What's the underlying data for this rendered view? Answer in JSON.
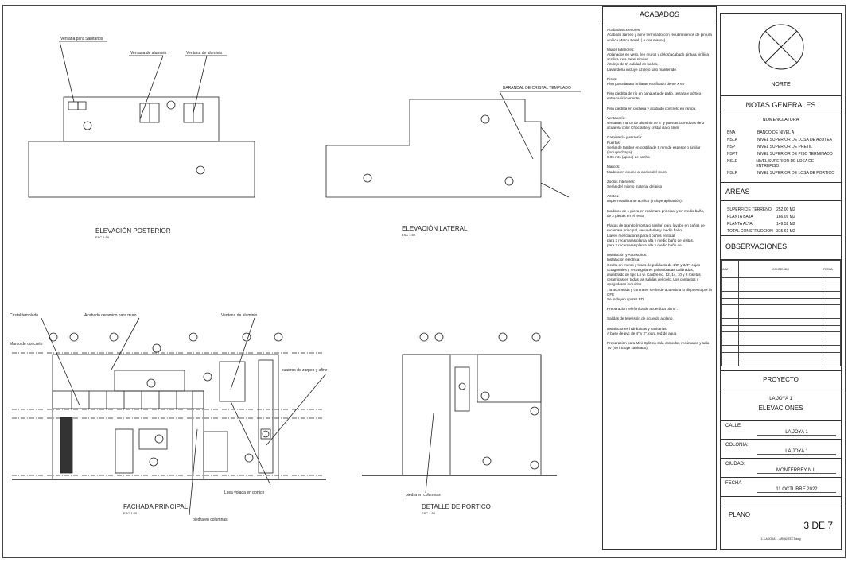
{
  "drawings": {
    "posterior": {
      "title": "ELEVACIÓN POSTERIOR",
      "scale": "ESC 1:50",
      "labels": [
        "Ventana para Sanitarios",
        "Ventana de aluminio",
        "Ventana de aluminio"
      ]
    },
    "lateral": {
      "title": "ELEVACIÓN LATERAL",
      "scale": "ESC 1:50",
      "labels": [
        "BARANDAL DE CRISTAL TEMPLADO"
      ]
    },
    "fachada": {
      "title": "FACHADA PRINCIPAL",
      "scale": "ESC 1:50",
      "labels": [
        "Cristal templado",
        "Acabado ceramico para muro",
        "Ventana de aluminio",
        "Marco de concreto",
        "cuadros de zarpeo y afine",
        "Losa volada en portico",
        "piedra en columnas"
      ]
    },
    "portico": {
      "title": "DETALLE DE PORTICO",
      "scale": "ESC 1:50",
      "labels": [
        "piedra en columnas"
      ]
    }
  },
  "acabados": {
    "title": "ACABADOS",
    "paragraphs": [
      "AcabadosExteriores:\nAcabado zarpeo y afine terminado con recubrimientos de pintura vinílica Marca Berel. ( a dos manos)",
      "Muros Interiores:\nAplanados en yeso, (en muros y delos)acabado pintura vinílica acrílica mca Berel similar.\nAzulejo de 1ª calidad en baños,\nLavandería incluye azulejo salo mantenido",
      "Pisos:\nPiso porcelanato brillante rectificado de 60 X 60",
      "Piso piedrita de río en banqueta de patio, terraza y pórtico entrada únicamente",
      "Piso piedrita en cochera y acabado concreto en rampa",
      "Ventanería:\nventanas marco de aluminio de 3\" y puertas corredizas de 3\" acuarela color Chocolate y cristal claro 6mm",
      "Carpintería yHerrería:\nPuertas:\nSerán de tambor en costilla de 6 mm de espesor o similar (incluye chapa).\n0.95 mts (aprox) de ancho",
      "Marcos:\nMadera en okume al ancho del muro",
      "Zoclos Interiores:\nSerán del mismo material del piso",
      "Azotea:\nImpermeabilizante acrílico (incluye aplicación).",
      "Inodoros de 1 pieza en recámara principal y en medio baño,\nde 2 piezas en el resto",
      "Placas de granito (monta o similar) para lavabo en baños de recámara principal, secundarias y medio baño\nLlaves mezcladoras para 4 baños en total\npara 3 recamaras planta alta y medio baño de visitas.\npara 3 recamaras planta alta y medio baño de",
      "Instalación y Accesorios:\nInstalación eléctrica:\nOculta en muros y losas de poliducto de 1/2\" y 3/4\", cajas octagonales y rectangulares galvanizadas calibradas, alumbrado de tipo Lh w. Calibre no. 12, 14, 10 y 8 rosetas cerámicas en todas las salidas del cielo. Los contactos y apagadores incluidos\n, la acometida y contrates serán de acuerdo a lo dispuesto por la CFE\nSe incluyen spots LED",
      "Preparación telefónica de acuerdo a plano .",
      "Salidas de televisión de acuerdo a plano.",
      "Instalaciones hidráulicas y sanitarias:\nA base de pvc de 4\" y 2\", para red de agua",
      "Preparación para Mini-Split en sala-comedor, recámaras y sala TV (no incluye cableado)."
    ]
  },
  "titleblock": {
    "north": "NORTE",
    "notas_title": "NOTAS GENERALES",
    "nomenclatura_title": "NOMENCLATURA",
    "nomenclatura": [
      {
        "code": "BNA",
        "desc": "BANCO DE NIVEL A"
      },
      {
        "code": "NSLA",
        "desc": "NIVEL SUPERIOR DE LOSA DE AZOTEA"
      },
      {
        "code": "NSP",
        "desc": "NIVEL SUPERIOR DE PRETIL"
      },
      {
        "code": "NSPT",
        "desc": "NIVEL SUPERIOR DE PISO TERMINADO"
      },
      {
        "code": "NSLE",
        "desc": "NIVEL SUPERIOR DE LOSA DE ENTREPISO"
      },
      {
        "code": "NSLP",
        "desc": "NIVEL SUPERIOR DE LOSA DE PORTICO"
      }
    ],
    "areas_title": "AREAS",
    "areas": [
      {
        "label": "SUPERFICIE TERRENO",
        "value": "252.00 M2"
      },
      {
        "label": "PLANTA BAJA",
        "value": "166.09 M2"
      },
      {
        "label": "PLANTA ALTA",
        "value": "149.52 M2"
      },
      {
        "label": "TOTAL CONSTRUCCION",
        "value": "315.61 M2"
      }
    ],
    "obs_title": "OBSERVACIONES",
    "obs_cols": [
      "NUM",
      "CONTENIDO",
      "FECHA"
    ],
    "proyecto_title": "PROYECTO",
    "proyecto_name": "LA JOYA 1",
    "proyecto_sub": "ELEVACIONES",
    "calle_label": "CALLE:",
    "calle": "LA JOYA 1",
    "colonia_label": "COLONIA:",
    "colonia": "LA JOYA 1",
    "ciudad_label": "CIUDAD:",
    "ciudad": "MONTERREY N.L.",
    "fecha_label": "FECHA",
    "fecha": "11 OCTUBRE 2022",
    "plano_label": "PLANO",
    "plano": "3 DE 7",
    "file": "1.-LA JOYA1 - ARQUITECT.dwg"
  }
}
